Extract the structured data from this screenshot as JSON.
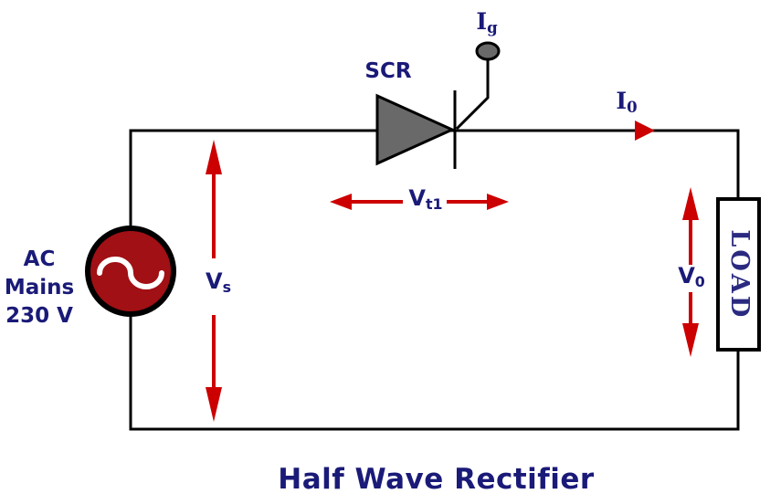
{
  "diagram": {
    "title": "Half Wave Rectifier",
    "source": {
      "line1": "AC",
      "line2": "Mains",
      "line3": "230 V"
    },
    "scr_label": "SCR",
    "load_label": "LOAD",
    "labels": {
      "gate_current": {
        "main": "I",
        "sub": "g"
      },
      "output_current": {
        "main": "I",
        "sub": "0"
      },
      "source_voltage": {
        "main": "V",
        "sub": "s"
      },
      "thyristor_voltage": {
        "main": "V",
        "sub": "t1"
      },
      "output_voltage": {
        "main": "V",
        "sub": "0"
      }
    },
    "colors": {
      "wire": "#000000",
      "arrow_red": "#cc0000",
      "source_fill": "#a01014",
      "scr_gray": "#696969",
      "text_navy": "#1a1a78",
      "load_fill": "#ffffff",
      "background": "#ffffff"
    }
  }
}
